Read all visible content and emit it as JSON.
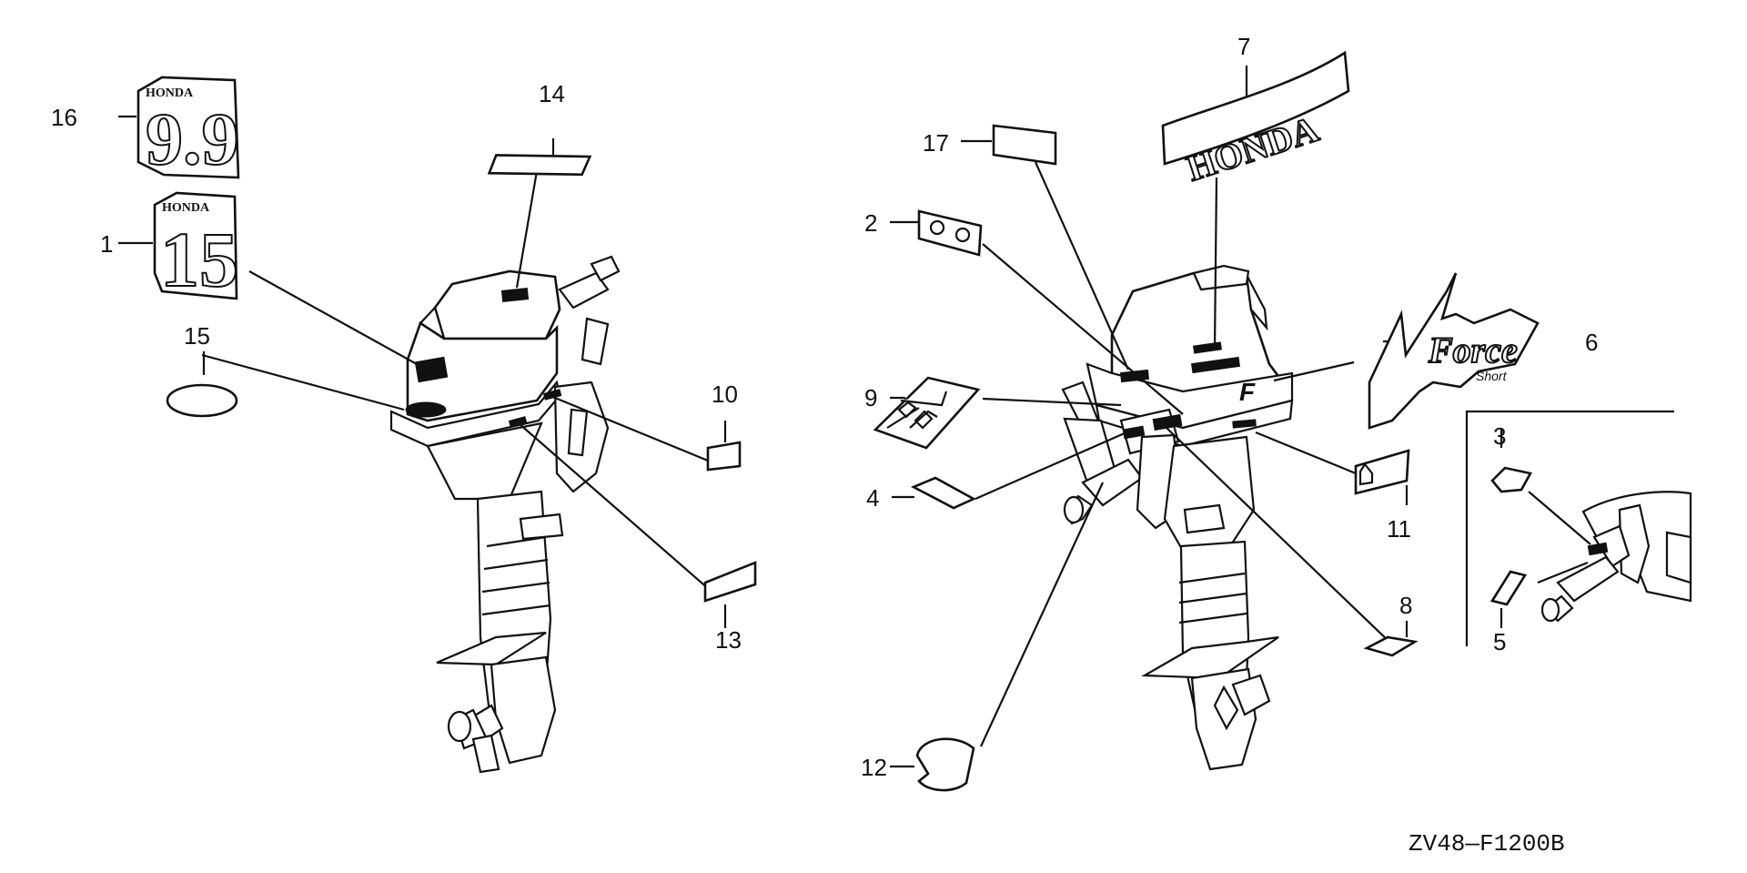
{
  "diagram": {
    "code": "ZV48—F1200B",
    "callouts": {
      "c1": "1",
      "c2": "2",
      "c3": "3",
      "c4": "4",
      "c5": "5",
      "c6": "6",
      "c7": "7",
      "c8": "8",
      "c9": "9",
      "c10": "10",
      "c11": "11",
      "c12": "12",
      "c13": "13",
      "c14": "14",
      "c15": "15",
      "c16": "16",
      "c17": "17"
    },
    "decals": {
      "honda": "HONDA",
      "model_99": "9.9",
      "model_15": "15",
      "force": "Force",
      "shorts": "Short"
    }
  }
}
